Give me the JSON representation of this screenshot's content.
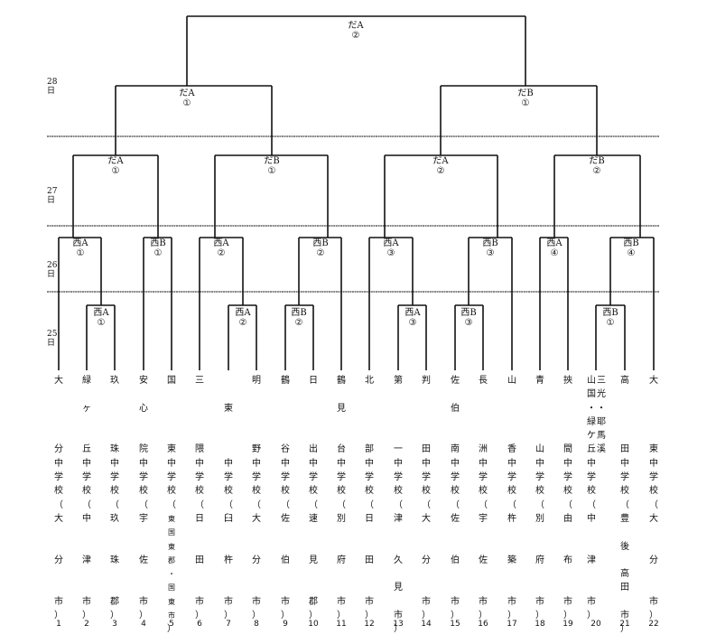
{
  "days": [
    "28\n日",
    "27\n日",
    "26\n日",
    "25\n日"
  ],
  "matches": {
    "final": "だA\n②",
    "r28a": "だA\n①",
    "r28b": "だB\n①",
    "r27a": "だA\n①",
    "r27b": "だB\n①",
    "r27c": "だA\n②",
    "r27d": "だB\n②",
    "r26a": "西A\n①",
    "r26b": "西B\n①",
    "r26c": "西A\n②",
    "r26d": "西B\n②",
    "r26e": "西A\n③",
    "r26f": "西B\n③",
    "r26g": "西A\n④",
    "r26h": "西B\n④",
    "r25a": "西A\n①",
    "r25b": "西A\n②",
    "r25c": "西B\n②",
    "r25d": "西A\n③",
    "r25e": "西B\n③",
    "r25f": "西B\n①"
  },
  "teams": [
    {
      "no": "1",
      "name": "大\n\n\n\n\n分\n中\n学\n校\n（\n大\n\n\n分\n\n\n市\n）"
    },
    {
      "no": "2",
      "name": "緑\n\nヶ\n\n\n丘\n中\n学\n校\n（\n中\n\n\n津\n\n\n市\n）"
    },
    {
      "no": "3",
      "name": "玖\n\n\n\n\n珠\n中\n学\n校\n（\n玖\n\n\n珠\n\n\n郡\n）"
    },
    {
      "no": "4",
      "name": "安\n\n心\n\n\n院\n中\n学\n校\n（\n宇\n\n\n佐\n\n\n市\n）"
    },
    {
      "no": "5",
      "name": "国\n\n\n\n\n東\n中\n学\n校\n（\n東\n国\n東\n郡\n・\n国\n東\n市\n）"
    },
    {
      "no": "6",
      "name": "三\n\n\n\n\n隈\n中\n学\n校\n（\n日\n\n\n田\n\n\n市\n）"
    },
    {
      "no": "7",
      "name": "\n\n東\n\n\n\n中\n学\n校\n（\n臼\n\n\n杵\n\n\n市\n）"
    },
    {
      "no": "8",
      "name": "明\n\n\n\n\n野\n中\n学\n校\n（\n大\n\n\n分\n\n\n市\n）"
    },
    {
      "no": "9",
      "name": "鶴\n\n\n\n\n谷\n中\n学\n校\n（\n佐\n\n\n伯\n\n\n市\n）"
    },
    {
      "no": "10",
      "name": "日\n\n\n\n\n出\n中\n学\n校\n（\n速\n\n\n見\n\n\n郡\n）"
    },
    {
      "no": "11",
      "name": "鶴\n\n見\n\n\n台\n中\n学\n校\n（\n別\n\n\n府\n\n\n市\n）"
    },
    {
      "no": "12",
      "name": "北\n\n\n\n\n部\n中\n学\n校\n（\n日\n\n\n田\n\n\n市\n）"
    },
    {
      "no": "13",
      "name": "第\n\n\n\n\n一\n中\n学\n校\n（\n津\n\n\n久\n\n見\n\n市\n）"
    },
    {
      "no": "14",
      "name": "判\n\n\n\n\n田\n中\n学\n校\n（\n大\n\n\n分\n\n\n市\n）"
    },
    {
      "no": "15",
      "name": "佐\n\n伯\n\n\n南\n中\n学\n校\n（\n佐\n\n\n伯\n\n\n市\n）"
    },
    {
      "no": "16",
      "name": "長\n\n\n\n\n洲\n中\n学\n校\n（\n宇\n\n\n佐\n\n\n市\n）"
    },
    {
      "no": "17",
      "name": "山\n\n\n\n\n香\n中\n学\n校\n（\n杵\n\n\n築\n\n\n市\n）"
    },
    {
      "no": "18",
      "name": "青\n\n\n\n\n山\n中\n学\n校\n（\n別\n\n\n府\n\n\n市\n）"
    },
    {
      "no": "19",
      "name": "挾\n\n\n\n\n間\n中\n学\n校\n（\n由\n\n\n布\n\n\n市\n）"
    },
    {
      "no": "20",
      "name": "山\n国\n・\n緑\nケ\n丘\n中\n学\n校\n（\n中\n\n\n津\n\n\n市\n）"
    },
    {
      "no": "20b",
      "name": "三\n光\n・\n耶\n馬\n溪\n"
    },
    {
      "no": "21",
      "name": "高\n\n\n\n\n田\n中\n学\n校\n（\n豊\n\n後\n\n高\n田\n\n市\n）"
    },
    {
      "no": "22",
      "name": "大\n\n\n\n\n東\n中\n学\n校\n（\n大\n\n\n分\n\n\n市\n）"
    }
  ]
}
